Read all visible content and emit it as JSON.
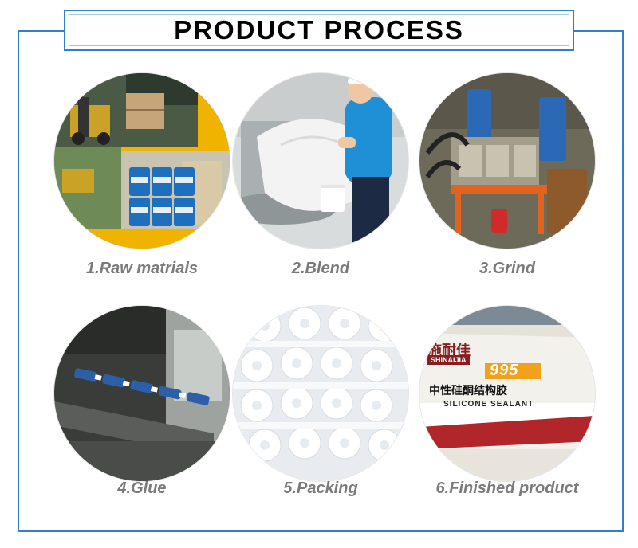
{
  "title": "PRODUCT PROCESS",
  "steps": [
    {
      "label": "1.Raw matrials"
    },
    {
      "label": "2.Blend"
    },
    {
      "label": "3.Grind"
    },
    {
      "label": "4.Glue"
    },
    {
      "label": "5.Packing"
    },
    {
      "label": "6.Finished product"
    }
  ],
  "product_box": {
    "brand_cn": "施耐佳",
    "brand_en": "SHINAIJIA",
    "model": "995",
    "name_cn": "中性硅酮结构胶",
    "name_en": "SILICONE SEALANT"
  },
  "colors": {
    "frame": "#2f80c8",
    "caption": "#7a7a7a",
    "title": "#000000"
  }
}
